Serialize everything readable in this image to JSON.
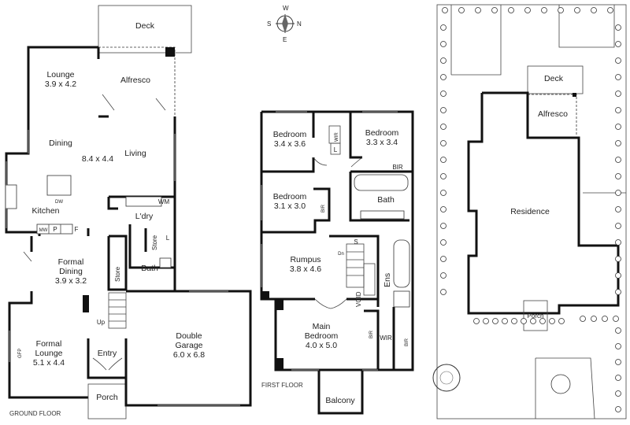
{
  "compass": {
    "n": "N",
    "s": "S",
    "e": "E",
    "w": "W"
  },
  "ground_floor": {
    "caption": "GROUND FLOOR",
    "rooms": {
      "deck": "Deck",
      "lounge": "Lounge",
      "lounge_size": "3.9 x 4.2",
      "alfresco": "Alfresco",
      "dining": "Dining",
      "dining_living_size": "8.4 x 4.4",
      "living": "Living",
      "kitchen": "Kitchen",
      "laundry": "L'dry",
      "formal_dining": "Formal",
      "formal_dining_2": "Dining",
      "formal_dining_size": "3.9 x 3.2",
      "store_upper": "Store",
      "store_lower": "Store",
      "bath": "Bath",
      "formal_lounge": "Formal",
      "formal_lounge_2": "Lounge",
      "formal_lounge_size": "5.1 x 4.4",
      "entry": "Entry",
      "porch": "Porch",
      "garage": "Double",
      "garage_2": "Garage",
      "garage_size": "6.0 x 6.8"
    },
    "fixtures": {
      "dw": "DW",
      "wm": "WM",
      "mw": "MW",
      "p": "P",
      "f": "F",
      "l": "L",
      "up": "Up",
      "gfp": "GFP"
    }
  },
  "first_floor": {
    "caption": "FIRST FLOOR",
    "rooms": {
      "bedroom1": "Bedroom",
      "bedroom1_size": "3.4 x 3.6",
      "bedroom2": "Bedroom",
      "bedroom2_size": "3.3 x 3.4",
      "bedroom3": "Bedroom",
      "bedroom3_size": "3.1 x 3.0",
      "bath": "Bath",
      "rumpus": "Rumpus",
      "rumpus_size": "3.8 x 4.6",
      "main_bedroom": "Main",
      "main_bedroom_2": "Bedroom",
      "main_bedroom_size": "4.0 x 5.0",
      "balcony": "Balcony",
      "ens": "Ens",
      "void": "VOID"
    },
    "fixtures": {
      "wir_top": "WIR",
      "l": "L",
      "bir_right": "BIR",
      "bir_bed3": "BIR",
      "s": "S",
      "dn": "Dn",
      "bir_main1": "BIR",
      "wir_main": "WIR",
      "bir_main2": "BIR"
    }
  },
  "site_plan": {
    "deck": "Deck",
    "alfresco": "Alfresco",
    "residence": "Residence",
    "porch": "Porch"
  }
}
